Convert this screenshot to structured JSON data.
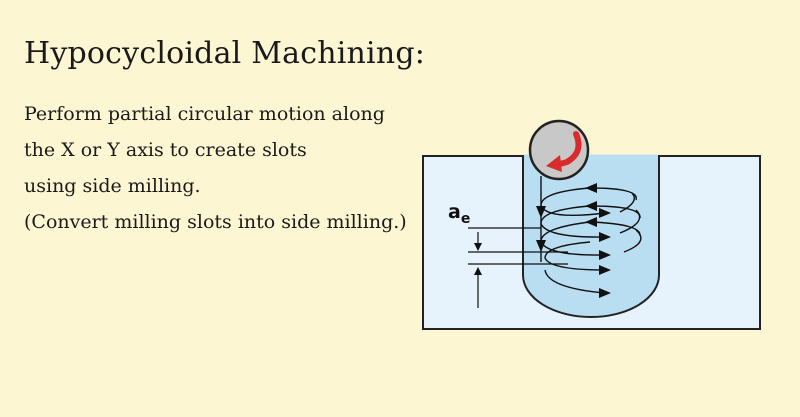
{
  "slide": {
    "title": "Hypocycloidal Machining:",
    "description_lines": [
      "Perform partial circular motion along",
      "the X or Y axis to create slots",
      "using side milling.",
      "(Convert milling slots into side milling.)"
    ]
  },
  "diagram": {
    "label_main": "a",
    "label_sub": "e",
    "icons": [
      "rotation-arrow-icon"
    ],
    "colors": {
      "background": "#fdf6d3",
      "workpiece": "#e6f3fc",
      "slot": "#b9ddf1",
      "tool": "#c8c8c8",
      "rotation_arrow": "#d92b2b",
      "outline": "#222222"
    }
  }
}
